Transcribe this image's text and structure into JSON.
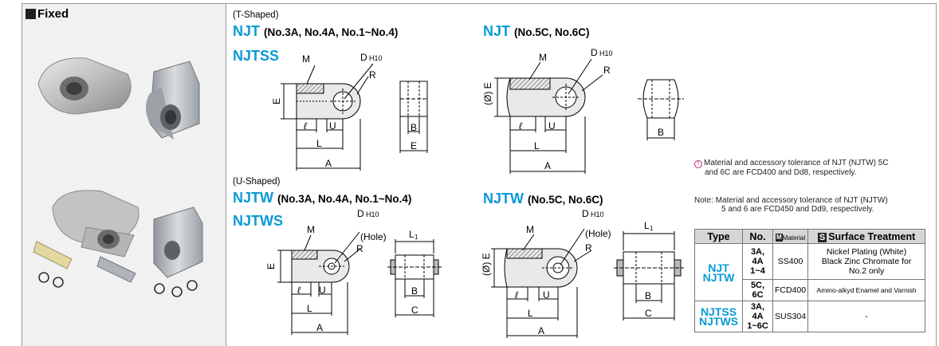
{
  "section": {
    "title": "Fixed"
  },
  "labels": {
    "t_shaped": "(T-Shaped)",
    "u_shaped": "(U-Shaped)"
  },
  "models": {
    "njt_a_name": "NJT",
    "njt_a_sizes": "(No.3A, No.4A, No.1~No.4)",
    "njtss": "NJTSS",
    "njt_b_name": "NJT",
    "njt_b_sizes": "(No.5C, No.6C)",
    "njtw_a_name": "NJTW",
    "njtw_a_sizes": "(No.3A, No.4A, No.1~No.4)",
    "njtws": "NJTWS",
    "njtw_b_name": "NJTW",
    "njtw_b_sizes": "(No.5C, No.6C)"
  },
  "dims": {
    "M": "M",
    "D": "D",
    "H10": "H10",
    "R": "R",
    "E": "E",
    "OE": "(Ø) E",
    "l": "ℓ",
    "U": "U",
    "L": "L",
    "A": "A",
    "B": "B",
    "C": "C",
    "L1": "L",
    "L1sub": "1",
    "hole": "(Hole)"
  },
  "notes": {
    "note1_line1": "Material and accessory tolerance of NJT (NJTW) 5C",
    "note1_line2": "and 6C are FCD400 and Dd8, respectively.",
    "note2_line1": "Note: Material and accessory tolerance of NJT (NJTW)",
    "note2_line2": "5 and 6 are FCD450 and Dd9, respectively."
  },
  "table": {
    "headers": {
      "type": "Type",
      "no": "No.",
      "material_icon": "M",
      "material": "Material",
      "surface_icon": "S",
      "surface": "Surface Treatment"
    },
    "rows": [
      {
        "type1": "NJT",
        "type2": "NJTW",
        "no1": "3A, 4A",
        "no2": "1~4",
        "material": "SS400",
        "s1": "Nickel Plating (White)",
        "s2": "Black Zinc Chromate for",
        "s3": "No.2 only"
      },
      {
        "no": "5C, 6C",
        "material": "FCD400",
        "surface": "Amino-alkyd Enamel and Varnish"
      },
      {
        "type1": "NJTSS",
        "type2": "NJTWS",
        "no1": "3A, 4A",
        "no2": "1~6C",
        "material": "SUS304",
        "surface": "-"
      }
    ]
  }
}
